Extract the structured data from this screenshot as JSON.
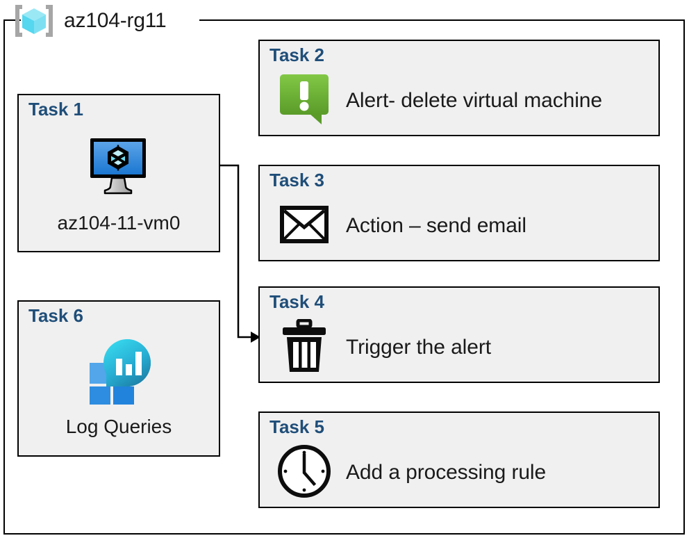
{
  "resource_group": {
    "name": "az104-rg11",
    "icon": "resource-group-cube-icon"
  },
  "colors": {
    "task_title": "#1F4E79",
    "card_fill": "#F0F0F0",
    "card_border": "#000000",
    "alert_green_light": "#7FC241",
    "alert_green_dark": "#5C9E2B",
    "vm_screen_light": "#5BA3E8",
    "vm_screen_dark": "#1B77D1",
    "log_square_light": "#4FA3E8",
    "log_square_dark": "#2B87DE",
    "log_circle_light": "#31D3ED",
    "log_circle_dark": "#1E7FA8",
    "rg_cube_light": "#9BE8F5",
    "rg_cube_dark": "#54D7EF",
    "rg_bracket": "#A6A6A6",
    "text": "#1A1A1A"
  },
  "cards": [
    {
      "id": "task1",
      "title": "Task 1",
      "label": "az104-11-vm0",
      "icon": "virtual-machine-icon",
      "orientation": "vertical"
    },
    {
      "id": "task2",
      "title": "Task 2",
      "label": "Alert- delete virtual machine",
      "icon": "alert-bubble-icon",
      "orientation": "horizontal"
    },
    {
      "id": "task3",
      "title": "Task 3",
      "label": "Action – send email",
      "icon": "envelope-icon",
      "orientation": "horizontal"
    },
    {
      "id": "task4",
      "title": "Task 4",
      "label": "Trigger the alert",
      "icon": "trash-can-icon",
      "orientation": "horizontal"
    },
    {
      "id": "task5",
      "title": "Task 5",
      "label": "Add a processing rule",
      "icon": "clock-icon",
      "orientation": "horizontal"
    },
    {
      "id": "task6",
      "title": "Task 6",
      "label": "Log Queries",
      "icon": "log-analytics-icon",
      "orientation": "vertical"
    }
  ],
  "connector": {
    "name": "vm-to-task4-arrow",
    "from": "task1-virtual-machine-icon",
    "to": "task4-card"
  }
}
